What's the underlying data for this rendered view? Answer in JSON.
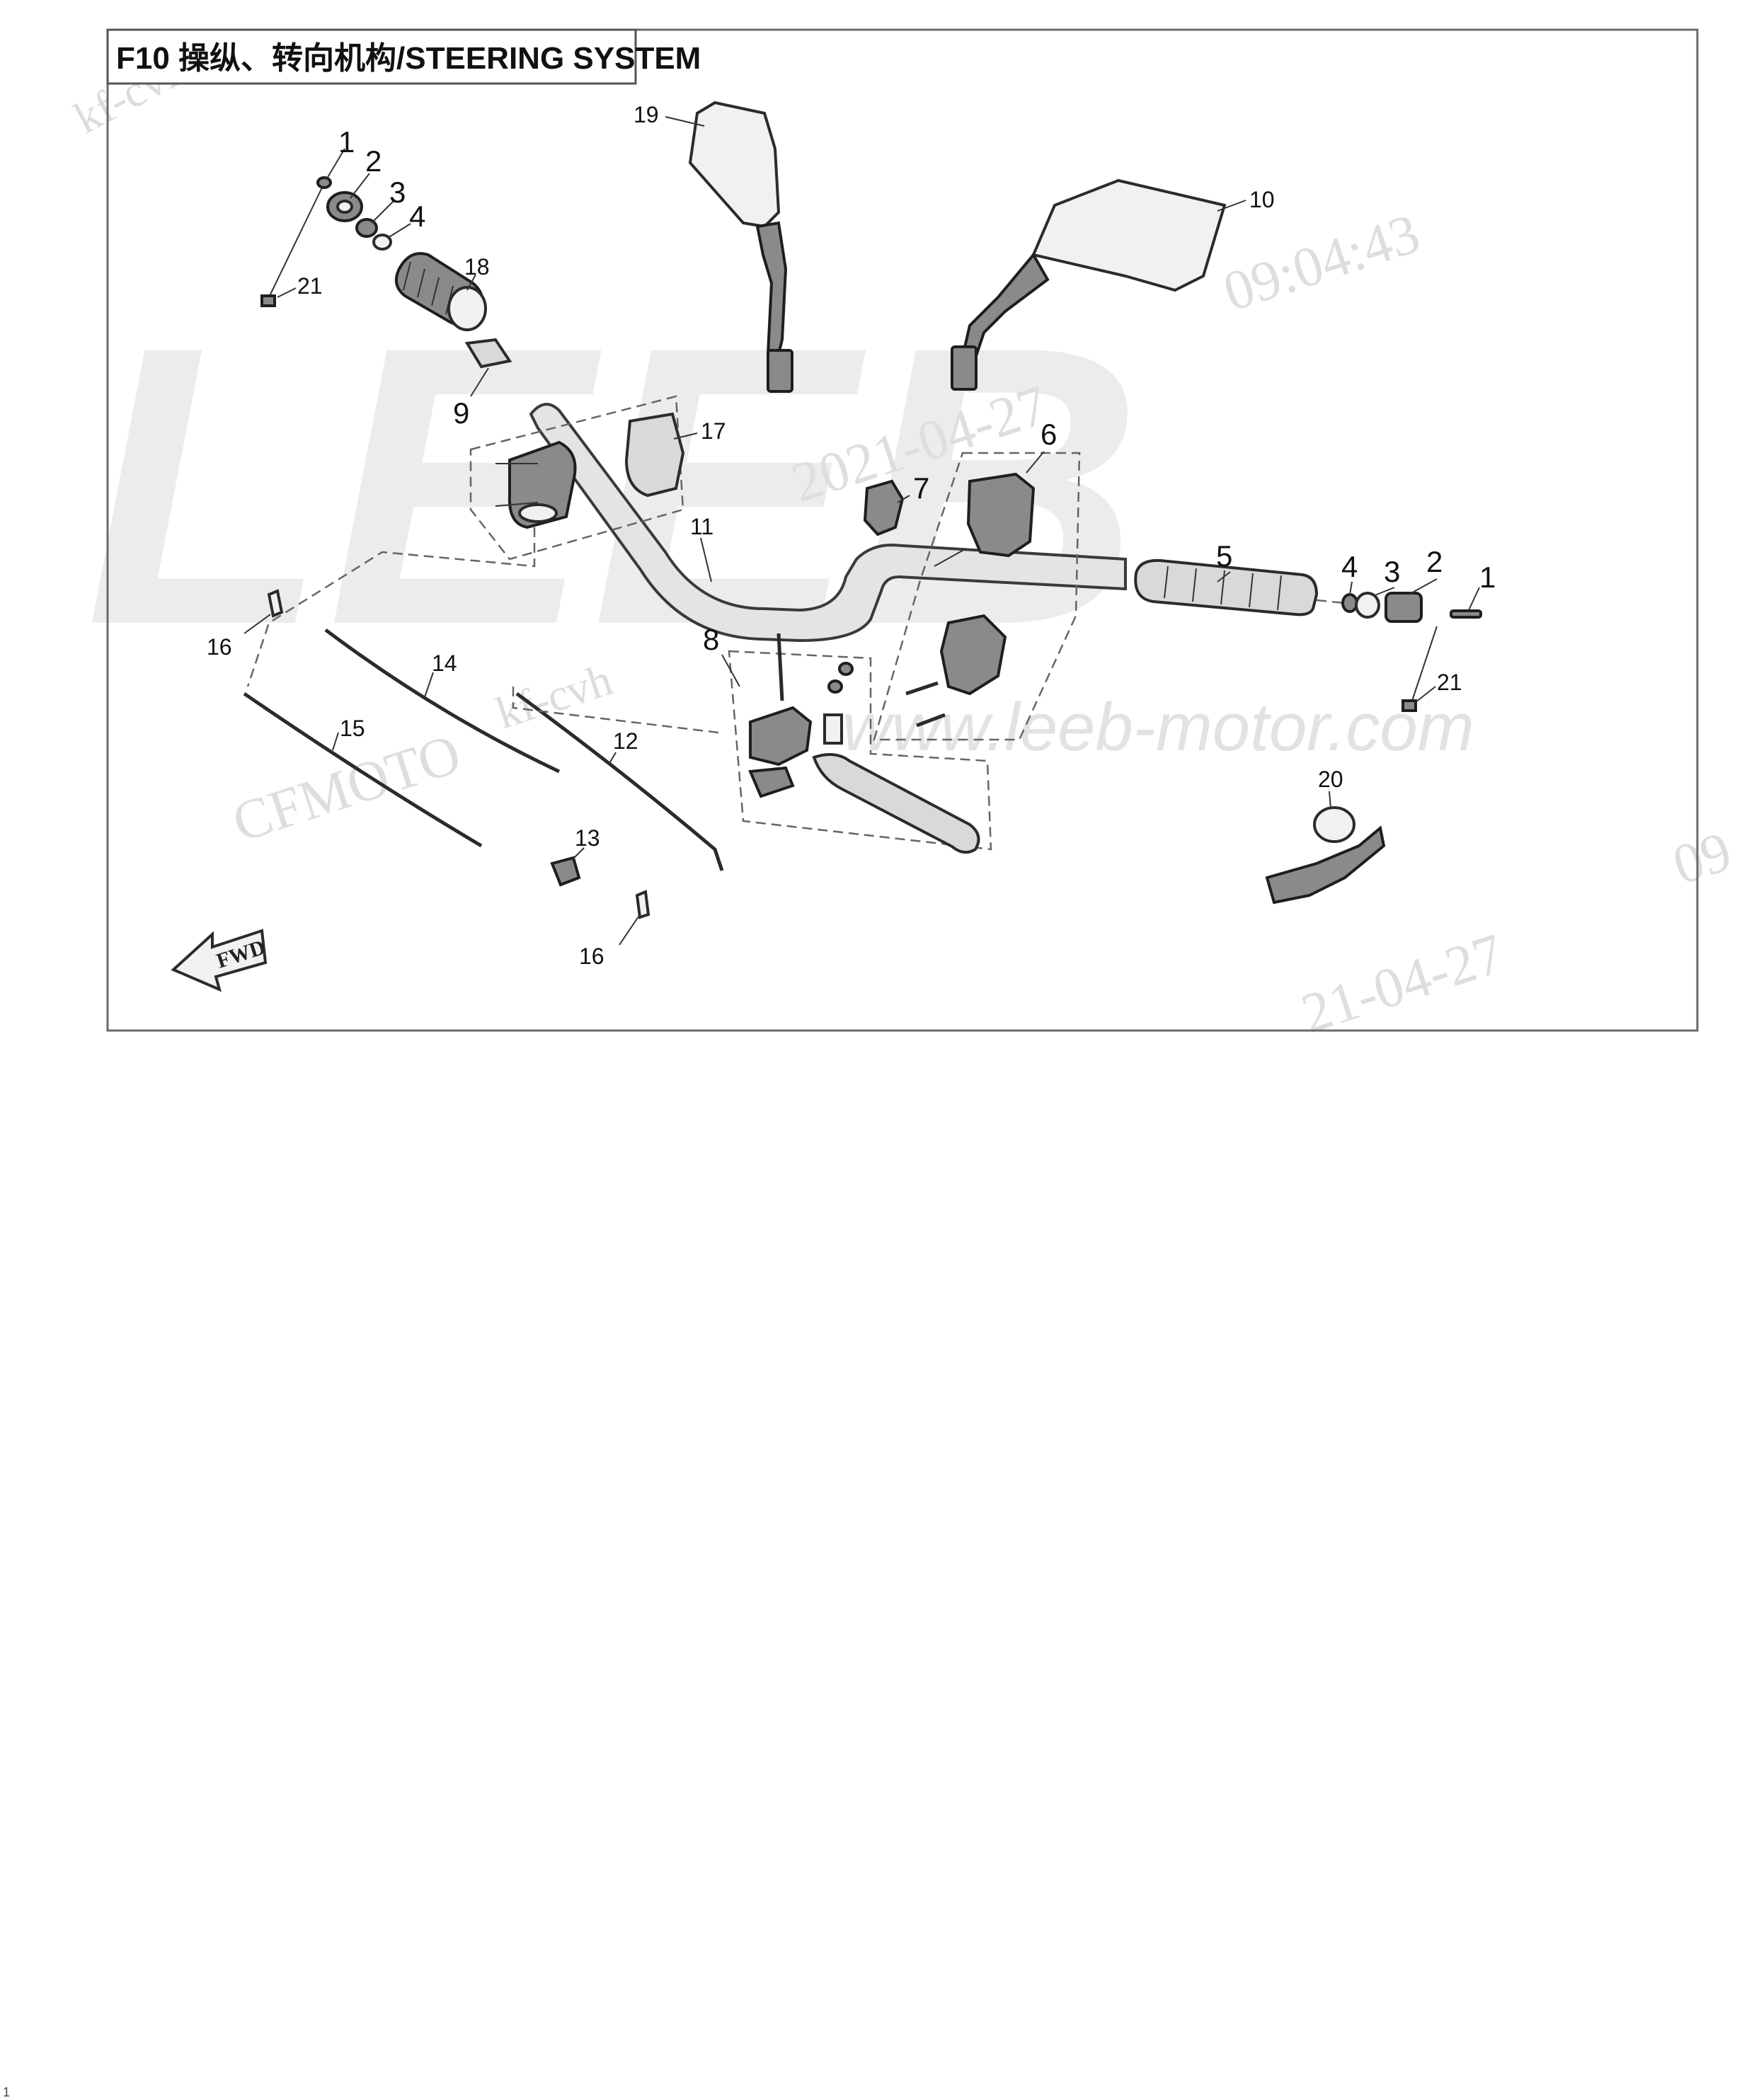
{
  "header": {
    "title": "F10 操纵、转向机构/STEERING SYSTEM"
  },
  "watermarks": {
    "brand": "LEEB",
    "url": "www.leeb-motor.com",
    "date": "2021-04-27",
    "time": "09:04:43",
    "maker": "CFMOTO",
    "code": "kf-cvh",
    "partial_date": "21-04-27",
    "corner": "09"
  },
  "direction_marker": {
    "label": "FWD"
  },
  "page": {
    "number": "1"
  },
  "callouts": [
    {
      "id": "c1-left",
      "label": "1"
    },
    {
      "id": "c2-left",
      "label": "2"
    },
    {
      "id": "c3-left",
      "label": "3"
    },
    {
      "id": "c4-left",
      "label": "4"
    },
    {
      "id": "c21-left",
      "label": "21"
    },
    {
      "id": "c18",
      "label": "18"
    },
    {
      "id": "c9",
      "label": "9"
    },
    {
      "id": "c19",
      "label": "19"
    },
    {
      "id": "c10",
      "label": "10"
    },
    {
      "id": "c17",
      "label": "17"
    },
    {
      "id": "c6",
      "label": "6"
    },
    {
      "id": "c7",
      "label": "7"
    },
    {
      "id": "c11",
      "label": "11"
    },
    {
      "id": "c5",
      "label": "5"
    },
    {
      "id": "c4-right",
      "label": "4"
    },
    {
      "id": "c3-right",
      "label": "3"
    },
    {
      "id": "c2-right",
      "label": "2"
    },
    {
      "id": "c1-right",
      "label": "1"
    },
    {
      "id": "c21-right",
      "label": "21"
    },
    {
      "id": "c16-left",
      "label": "16"
    },
    {
      "id": "c14",
      "label": "14"
    },
    {
      "id": "c8",
      "label": "8"
    },
    {
      "id": "c15",
      "label": "15"
    },
    {
      "id": "c12",
      "label": "12"
    },
    {
      "id": "c13",
      "label": "13"
    },
    {
      "id": "c16-bottom",
      "label": "16"
    },
    {
      "id": "c20",
      "label": "20"
    }
  ]
}
